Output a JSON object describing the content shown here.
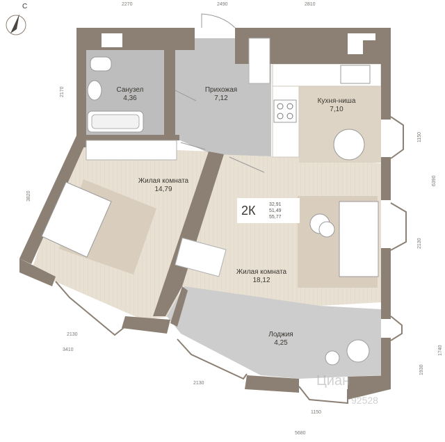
{
  "compass": {
    "label": "С"
  },
  "apartment": {
    "type": "2К",
    "area_living": "32,91",
    "area_total_wo": "51,49",
    "area_total": "55,77"
  },
  "rooms": {
    "bathroom": {
      "name": "Санузел",
      "area": "4,36"
    },
    "hallway": {
      "name": "Прихожая",
      "area": "7,12"
    },
    "kitchen": {
      "name": "Кухня-ниша",
      "area": "7,10"
    },
    "bedroom": {
      "name": "Жилая комната",
      "area": "14,79"
    },
    "living": {
      "name": "Жилая комната",
      "area": "18,12"
    },
    "loggia": {
      "name": "Лоджия",
      "area": "4,25"
    }
  },
  "dimensions": {
    "top_left": "2270",
    "top_mid": "2490",
    "top_right": "2810",
    "left_upper": "2170",
    "left_lower": "3820",
    "right_upper": "6390",
    "right_kitchen": "1150",
    "right_mid": "2130",
    "right_lower": "1740",
    "right_bottom": "1930",
    "bottom_left_1": "2130",
    "bottom_left_2": "3410",
    "bottom_mid": "2130",
    "bottom_right": "1150",
    "bottom_total": "5680"
  },
  "watermark": {
    "text": "Циан",
    "number": "92528"
  },
  "colors": {
    "wall": "#8b8073",
    "floor_wood": "#e7dfd2",
    "floor_tile": "#bdbdbd",
    "loggia": "#cdcdcd",
    "kitchen": "#ddd4c5"
  }
}
